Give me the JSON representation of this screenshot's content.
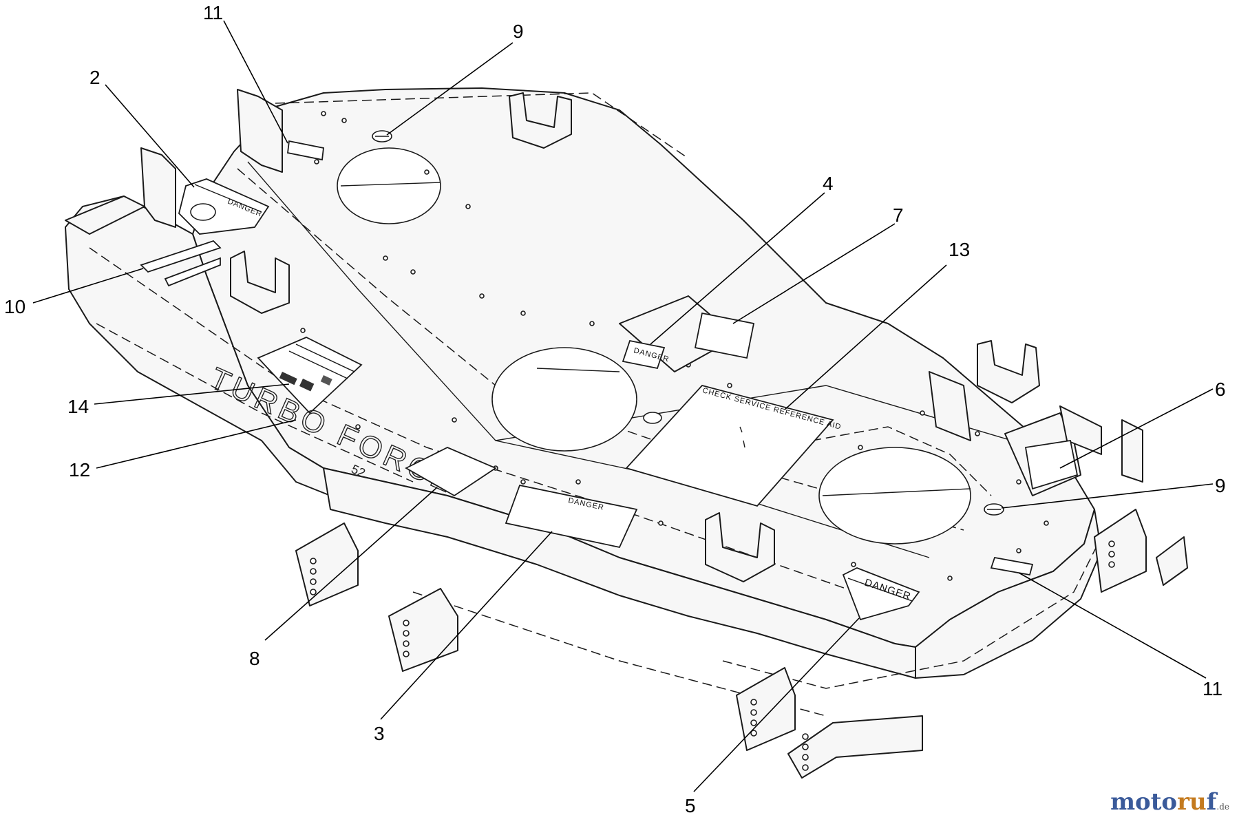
{
  "callouts": [
    {
      "id": "c11a",
      "label": "11"
    },
    {
      "id": "c9a",
      "label": "9"
    },
    {
      "id": "c2",
      "label": "2"
    },
    {
      "id": "c4",
      "label": "4"
    },
    {
      "id": "c7",
      "label": "7"
    },
    {
      "id": "c13",
      "label": "13"
    },
    {
      "id": "c10",
      "label": "10"
    },
    {
      "id": "c6",
      "label": "6"
    },
    {
      "id": "c14",
      "label": "14"
    },
    {
      "id": "c9b",
      "label": "9"
    },
    {
      "id": "c12",
      "label": "12"
    },
    {
      "id": "c11b",
      "label": "11"
    },
    {
      "id": "c8",
      "label": "8"
    },
    {
      "id": "c3",
      "label": "3"
    },
    {
      "id": "c5",
      "label": "5"
    }
  ],
  "decals": {
    "danger_top_left": "DANGER",
    "danger_center": "DANGER",
    "danger_small": "DANGER",
    "danger_bottom_right": "DANGER",
    "service_reference": "CHECK SERVICE REFERENCE AID",
    "brand_main": "TURBO FORCE",
    "brand_size": "52"
  },
  "watermark": {
    "part1": "moto",
    "part2": "ru",
    "part3": "f",
    "tld": ".de"
  },
  "colors": {
    "line": "#1a1a1a",
    "background": "#ffffff",
    "watermark_blue": "#3a5a9a",
    "watermark_orange": "#c47a1e"
  }
}
